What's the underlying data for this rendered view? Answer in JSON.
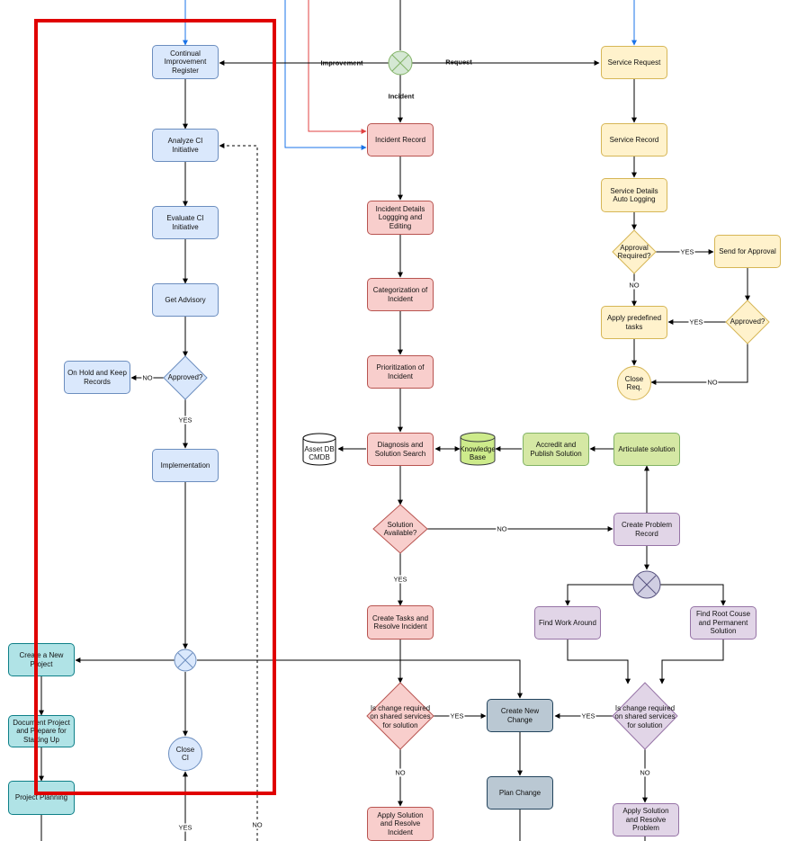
{
  "nodes": {
    "continual_improvement_register": "Continual Improvement Register",
    "analyze_ci_initiative": "Analyze CI Initiative",
    "evaluate_ci_initiative": "Evaluate CI Initiative",
    "get_advisory": "Get Advisory",
    "ci_approved": "Approved?",
    "on_hold": "On Hold and Keep Records",
    "implementation": "Implementation",
    "close_ci": "Close CI",
    "create_new_project": "Create a New Project",
    "document_project": "Document Project and Prepare for Starting Up",
    "project_planning": "Project Planning",
    "incident_record": "Incident Record",
    "incident_details": "Incident Details Loggging and Editing",
    "categorization": "Categorization of Incident",
    "prioritization": "Prioritization of Incident",
    "diagnosis": "Diagnosis and Solution Search",
    "asset_db": "Asset DB CMDB",
    "knowledge_base": "Knowledge Base",
    "solution_available": "Solution Available?",
    "create_tasks": "Create Tasks and Resolve Incident",
    "is_change_shared_1": "Is change required on shared services for solution",
    "apply_solution_incident": "Apply Solution and Resolve Incident",
    "service_request": "Service Request",
    "service_record": "Service Record",
    "service_details": "Service Details Auto Logging",
    "approval_required": "Approval Required?",
    "send_for_approval": "Send for Approval",
    "apply_predefined": "Apply predefined tasks",
    "approved_service": "Approved?",
    "close_req": "Close Req.",
    "accredit_publish": "Accredit and Publish Solution",
    "articulate_solution": "Articulate solution",
    "create_problem_record": "Create Problem Record",
    "find_work_around": "Find Work Around",
    "find_root_cause": "Find Root Couse and Permanent Solution",
    "is_change_shared_2": "Is change required on shared services for solution",
    "apply_solution_problem": "Apply Solution and Resolve Problem",
    "create_new_change": "Create New Change",
    "plan_change": "Plan Change"
  },
  "labels": {
    "improvement": "Improvement",
    "request": "Request",
    "incident": "Incident",
    "no": "NO",
    "yes": "YES"
  },
  "colors": {
    "highlight": "#e00000",
    "incoming_blue": "#1a73e8",
    "incoming_red": "#e04040"
  }
}
